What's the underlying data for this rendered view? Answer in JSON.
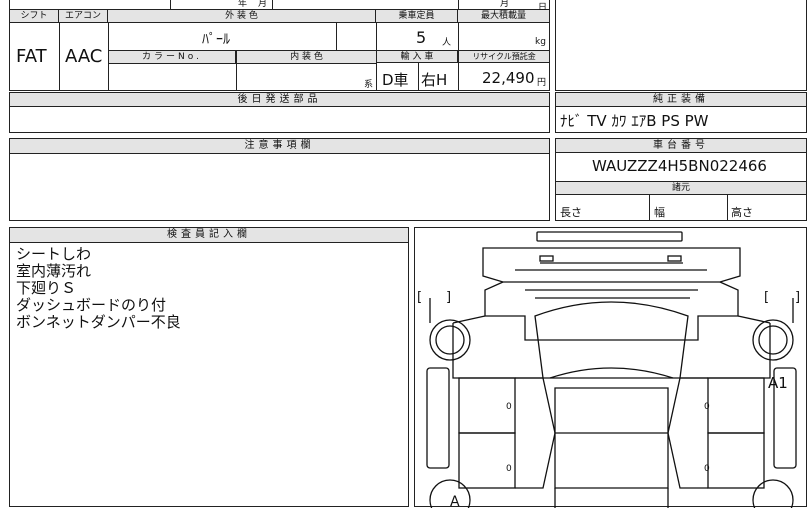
{
  "top": {
    "shift_label": "シフト",
    "aircon_label": "エアコン",
    "exterior_label": "外 装 色",
    "capacity_label": "乗車定員",
    "maxload_label": "最大積載量",
    "shift_value": "FAT",
    "aircon_value": "AAC",
    "exterior_value": "ﾊﾟｰﾙ",
    "capacity_value": "5",
    "capacity_unit": "人",
    "maxload_unit": "kg",
    "colorno_label": "カラーNo.",
    "interior_label": "内 装 色",
    "import_label": "輸 入 車",
    "recycle_label": "リサイクル預託金",
    "interior_suffix": "系",
    "import_value_1": "D車",
    "import_value_2": "右H",
    "recycle_value": "22,490",
    "recycle_unit": "円",
    "year_char": "年",
    "month_char": "月",
    "month_char_2": "月",
    "day_char": "日"
  },
  "parts": {
    "title": "後日発送部品"
  },
  "equipment": {
    "title": "純正装備",
    "value": "ﾅﾋﾞ TV ｶﾜ ｴｱB PS PW"
  },
  "notes": {
    "title": "注意事項欄"
  },
  "chassis": {
    "title": "車台番号",
    "value": "WAUZZZ4H5BN022466"
  },
  "specs": {
    "title": "諸元",
    "length": "長さ",
    "width": "幅",
    "height": "高さ"
  },
  "inspector": {
    "title": "検査員記入欄",
    "lines": [
      "シートしわ",
      "室内薄汚れ",
      "下廻りＳ",
      "ダッシュボードのり付",
      "ボンネットダンパー不良"
    ]
  },
  "diagram": {
    "marks": {
      "right_front": "A1",
      "left_bottom": "A"
    },
    "bracket_open": "[",
    "bracket_close": "]",
    "o_mark": "0"
  }
}
